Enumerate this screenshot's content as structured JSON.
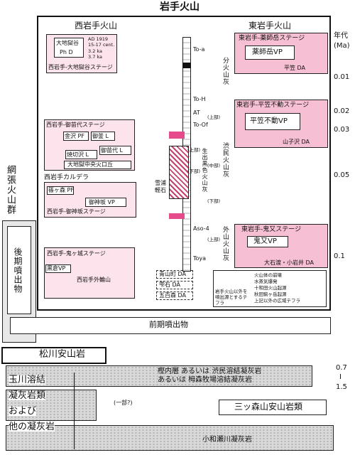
{
  "main_title": "岩手火山",
  "west": {
    "title": "西岩手火山",
    "stages": [
      {
        "title": "西岩手-大地獄谷ステージ",
        "units": [
          "大地獄谷",
          "Ph D"
        ],
        "ages": [
          "AD 1919",
          "15-17 cent.",
          "3.2 ka",
          "3.7 ka"
        ]
      },
      {
        "title": "西岩手-御苗代ステージ",
        "units": [
          "金沢 PF",
          "御釜 L",
          "御苗代 L",
          "焼切沢 L",
          "大地獄中央火口丘"
        ]
      },
      {
        "title": "西岩手-御神坂ステージ",
        "caldera": "西岩手カルデラ",
        "units": [
          "篠ヶ森 PF",
          "御神坂 VP"
        ]
      },
      {
        "title": "西岩手-鬼ヶ城ステージ",
        "units": [
          "黒倉VP",
          "西岩手外輪山"
        ]
      }
    ],
    "mid_labels": [
      "雪浦",
      "軽石"
    ],
    "dashed_units": [
      "青山町 DA",
      "雫石 DA",
      "五百森 DA"
    ]
  },
  "east": {
    "title": "東岩手火山",
    "stages": [
      {
        "title": "東岩手-薬師岳ステージ",
        "vp": "薬師岳VP",
        "da": "平笠 DA"
      },
      {
        "title": "東岩手-平笠不動ステージ",
        "vp": "平笠不動VP",
        "da": "山子沢 DA"
      },
      {
        "title": "東岩手-鬼又ステージ",
        "vp": "鬼又VP",
        "da": "大石渡・小岩井 DA"
      }
    ]
  },
  "column": {
    "tephra": [
      "To-a",
      "To-H",
      "AT",
      "To-Of",
      "Aso-4",
      "Toya"
    ],
    "groups": [
      "分火山灰",
      "渋民火山灰",
      "生出黒色火山灰",
      "外山火山灰"
    ],
    "parts": [
      "(上部)",
      "(中部)",
      "(下部)",
      "(上部)",
      "(下部)",
      "(上部)"
    ]
  },
  "age_axis": {
    "title": "年代",
    "unit": "(Ma)",
    "ticks": [
      "0.01",
      "0.02",
      "0.03",
      "0.05",
      "0.1"
    ]
  },
  "legend": {
    "items": [
      "火山体の崩壊",
      "水蒸気爆発",
      "十和田火山起源",
      "秋田駒ヶ岳起源",
      "上記以外の広域テフラ"
    ],
    "note": "岩手火山以外を噴出源とするテフラ"
  },
  "left_side": {
    "amibari": "網張火山群",
    "koki": "後期噴出物",
    "zenki": "前期噴出物"
  },
  "bottom": {
    "matsukawa": "松川安山岩",
    "tamagawa_lines": [
      "玉川溶結",
      "凝灰岩類",
      "および",
      "他の凝灰岩"
    ],
    "kashiuchi_lines": [
      "樫内層 あるいは 渋民溶結凝灰岩",
      "あるいは 栂森牧場溶結凝灰岩"
    ],
    "part": "(一部?)",
    "mitsumori": "三ッ森山安山岩類",
    "kowase": "小和瀬川凝灰岩",
    "ages": [
      "0.7",
      "I",
      "1.5"
    ]
  }
}
